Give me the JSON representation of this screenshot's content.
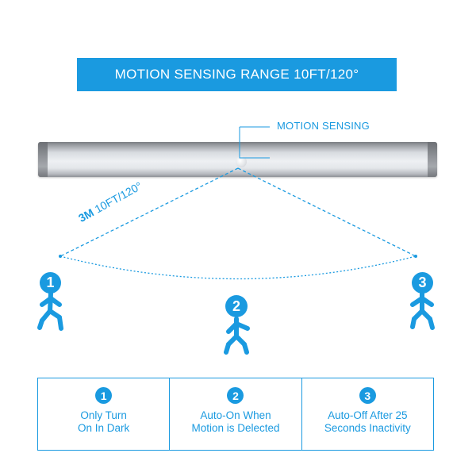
{
  "banner": {
    "title": "MOTION SENSING RANGE 10FT/120°"
  },
  "sensor_label": "MOTION SENSING",
  "range_label": {
    "bold": "3M",
    "rest": " 10FT/120°"
  },
  "people": [
    {
      "number": "1"
    },
    {
      "number": "2"
    },
    {
      "number": "3"
    }
  ],
  "features": [
    {
      "number": "1",
      "line1": "Only Turn",
      "line2": "On In Dark"
    },
    {
      "number": "2",
      "line1": "Auto-On When",
      "line2": "Motion is Delected"
    },
    {
      "number": "3",
      "line1": "Auto-Off After 25",
      "line2": "Seconds Inactivity"
    }
  ],
  "colors": {
    "accent": "#1a9ae0",
    "bar_light": "#eef0f3",
    "bar_dark": "#7a7d82"
  }
}
